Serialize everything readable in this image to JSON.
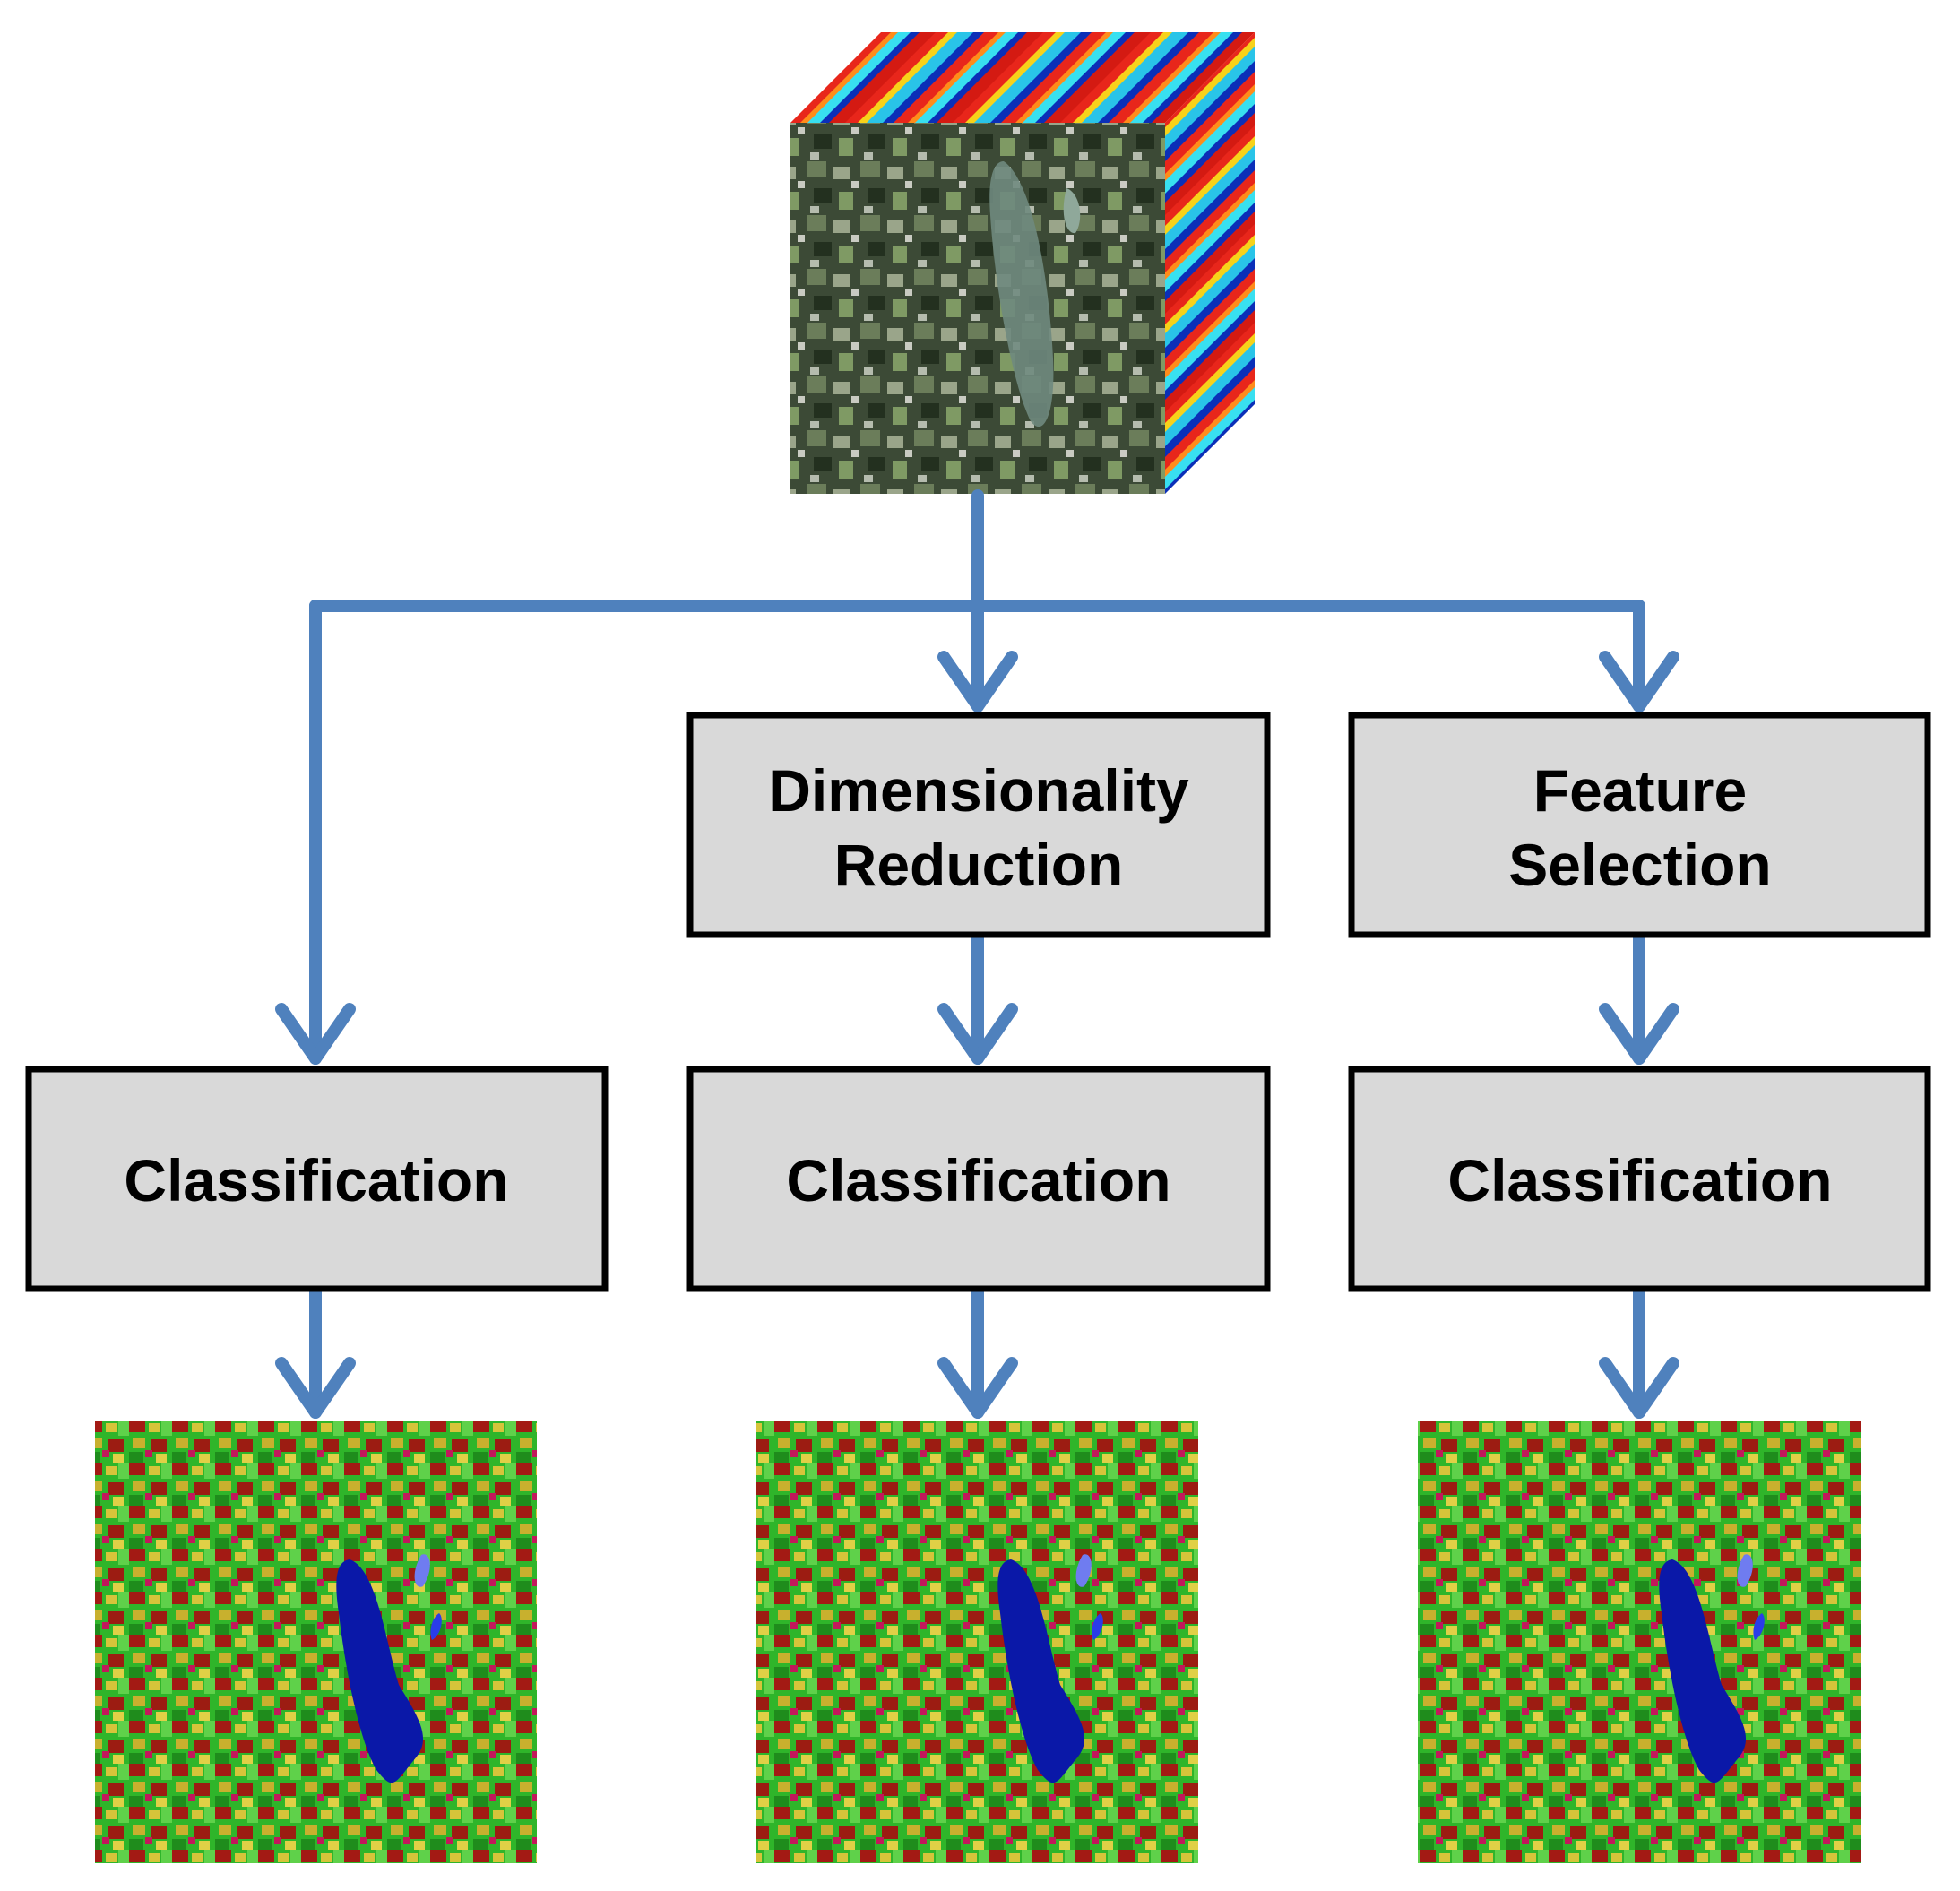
{
  "colors": {
    "arrow": "#4f81bd",
    "box_fill": "#d9d9d9",
    "box_border": "#000000",
    "text": "#000000"
  },
  "input": {
    "image": "hyperspectral-cube-image"
  },
  "boxes": {
    "dimensionality_reduction": {
      "line1": "Dimensionality",
      "line2": "Reduction"
    },
    "feature_selection": {
      "line1": "Feature",
      "line2": "Selection"
    },
    "classification_left": {
      "label": "Classification"
    },
    "classification_middle": {
      "label": "Classification"
    },
    "classification_right": {
      "label": "Classification"
    }
  },
  "outputs": {
    "left": "classification-map-image",
    "middle": "classification-map-image",
    "right": "classification-map-image"
  }
}
